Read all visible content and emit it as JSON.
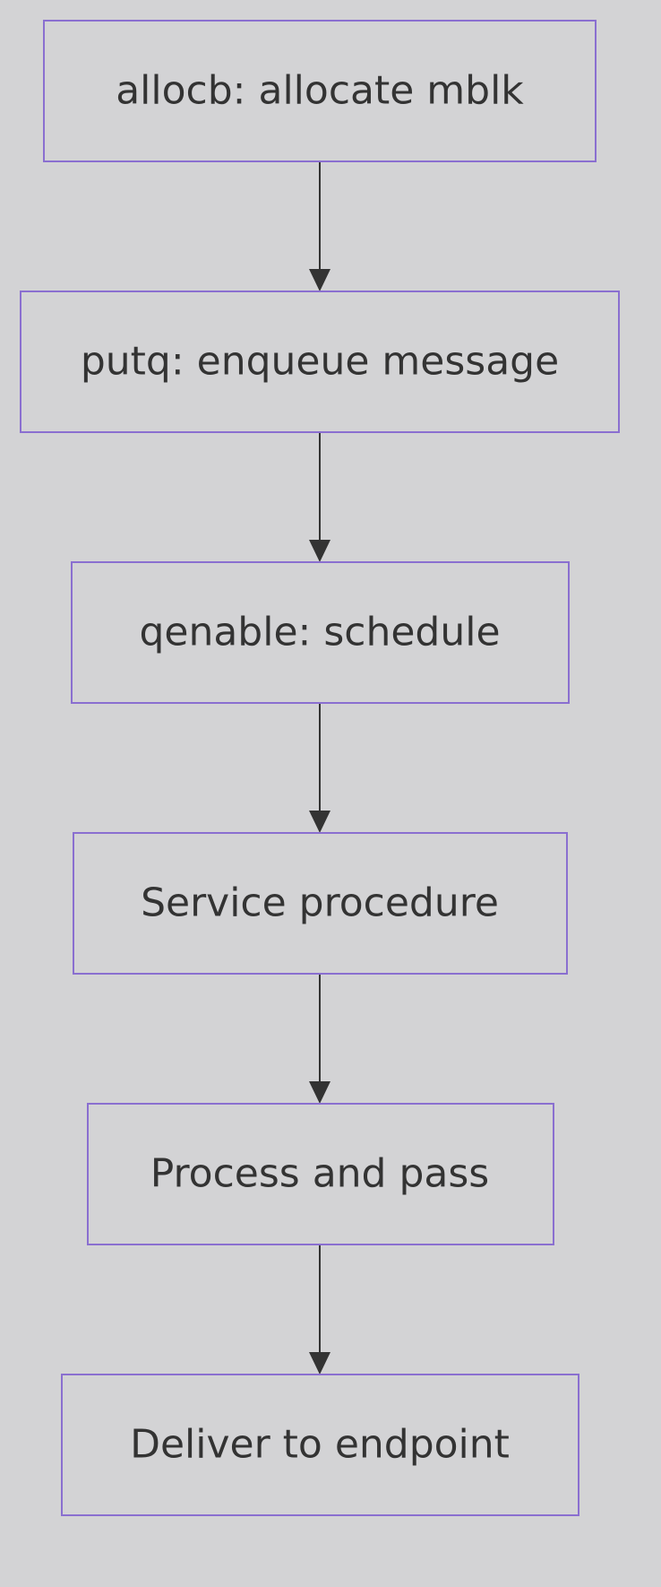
{
  "diagram": {
    "type": "flowchart",
    "direction": "top-down",
    "nodes": [
      {
        "id": "n1",
        "label": "allocb: allocate mblk"
      },
      {
        "id": "n2",
        "label": "putq: enqueue message"
      },
      {
        "id": "n3",
        "label": "qenable: schedule"
      },
      {
        "id": "n4",
        "label": "Service procedure"
      },
      {
        "id": "n5",
        "label": "Process and pass"
      },
      {
        "id": "n6",
        "label": "Deliver to endpoint"
      }
    ],
    "edges": [
      {
        "from": "n1",
        "to": "n2"
      },
      {
        "from": "n2",
        "to": "n3"
      },
      {
        "from": "n3",
        "to": "n4"
      },
      {
        "from": "n4",
        "to": "n5"
      },
      {
        "from": "n5",
        "to": "n6"
      }
    ]
  },
  "colors": {
    "background": "#d3d3d5",
    "node_border": "#8a6fd0",
    "node_fill": "#d3d3d5",
    "text": "#333333",
    "edge": "#333333"
  }
}
